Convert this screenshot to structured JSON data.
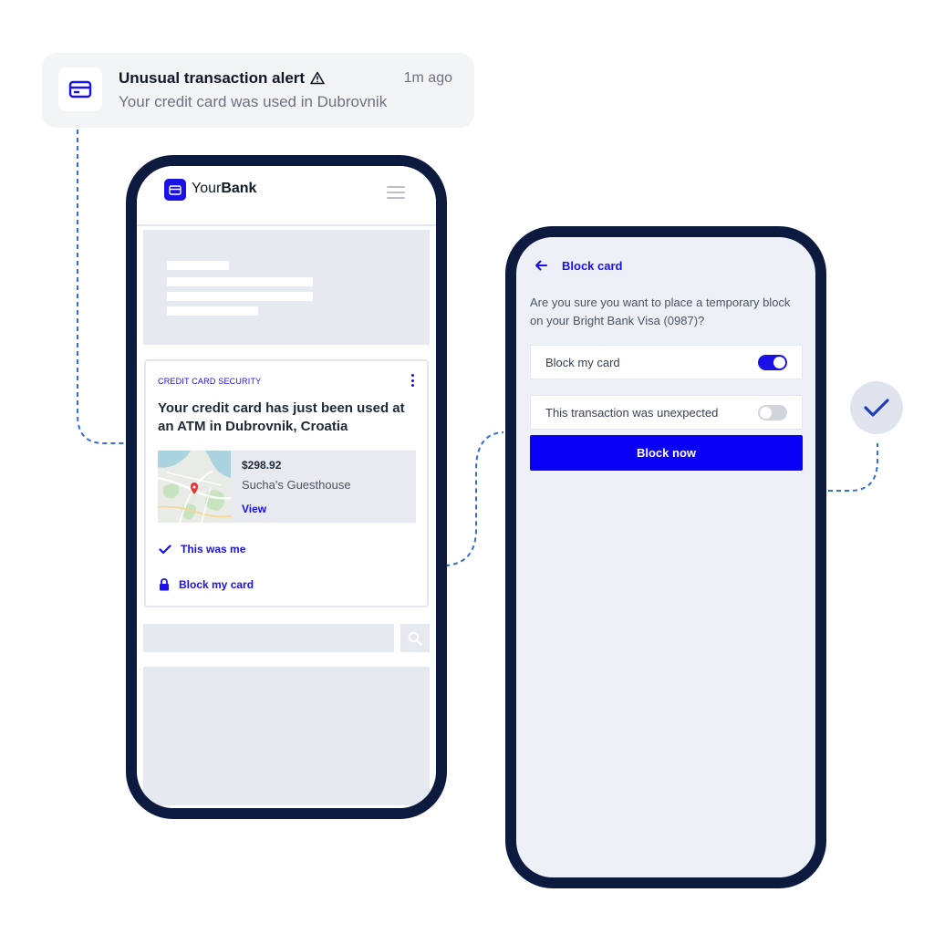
{
  "notification": {
    "icon": "credit-card-icon",
    "title": "Unusual transaction alert",
    "title_icon": "warning-icon",
    "time": "1m ago",
    "message": "Your credit card was used in Dubrovnik"
  },
  "bank_app": {
    "logo_icon": "credit-card-icon",
    "brand_regular": "Your",
    "brand_bold": "Bank",
    "menu_icon": "hamburger-menu-icon",
    "card": {
      "kicker": "CREDIT CARD SECURITY",
      "menu_icon": "kebab-menu-icon",
      "title": "Your credit card has just been used at an ATM in Dubrovnik, Croatia",
      "transaction": {
        "map_icon": "map-pin-icon",
        "amount": "$298.92",
        "merchant": "Sucha's Guesthouse",
        "view_label": "View"
      },
      "actions": [
        {
          "icon": "check-icon",
          "label": "This was me"
        },
        {
          "icon": "lock-icon",
          "label": "Block my card"
        }
      ]
    },
    "search_icon": "search-icon"
  },
  "block_screen": {
    "back_icon": "arrow-left-icon",
    "title": "Block card",
    "question": "Are you sure you want to place a temporary block on your Bright Bank Visa (0987)?",
    "options": [
      {
        "label": "Block my card",
        "enabled": true
      },
      {
        "label": "This transaction was unexpected",
        "enabled": false
      }
    ],
    "submit_label": "Block now"
  },
  "confirmation_icon": "check-icon",
  "colors": {
    "brand_blue": "#1a10e8",
    "button_blue": "#0a00f5",
    "phone_frame": "#0b1a3e",
    "connector": "#2f6fd6",
    "placeholder": "#e6e9ef"
  }
}
